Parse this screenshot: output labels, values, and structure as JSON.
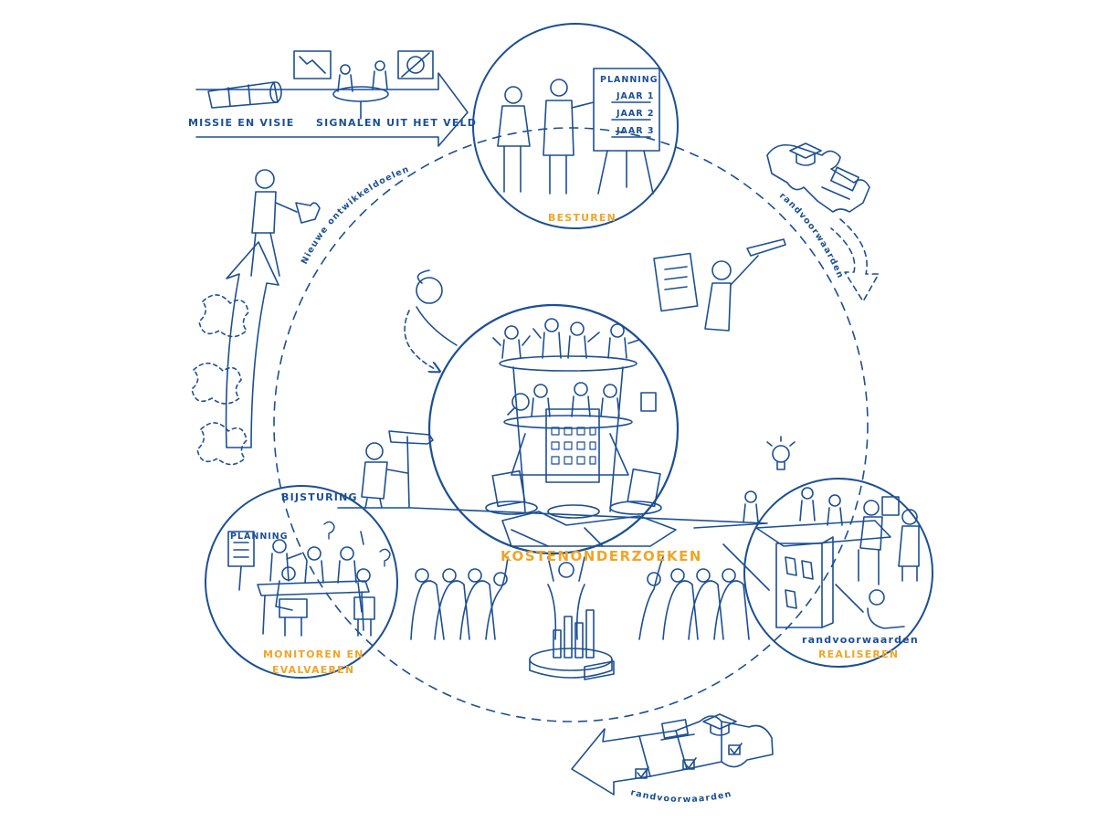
{
  "labels": {
    "missie_en_visie": "Missie en visie",
    "signalen": "Signalen uit het veld",
    "nieuwe_ontwikkeldoelen": "Nieuwe ontwikkeldoelen",
    "planning_board_title": "Planning",
    "jaar1": "Jaar 1",
    "jaar2": "Jaar 2",
    "jaar3": "Jaar 3",
    "besturen": "Besturen",
    "randvoorwaarden_right": "randvoorwaarden",
    "randvoorwaarden_bottom": "randvoorwaarden",
    "randvoorwaarden_realiseren": "randvoorwaarden",
    "realiseren": "Realiseren",
    "bijsturing": "Bijsturing",
    "kostenonderzoeken": "Kostenonderzoeken",
    "planning_small": "Planning",
    "monitoren_line1": "Monitoren en",
    "monitoren_line2": "evalvaeren"
  },
  "colors": {
    "ink": "#1c4f93",
    "accent": "#f0a526",
    "background": "#ffffff"
  },
  "icons": [
    "telescope-icon",
    "meeting-table-icon",
    "chart-down-icon",
    "euro-sign-icon",
    "puzzle-piece-icon",
    "graduation-cap-icon",
    "laptop-icon",
    "checkbox-icon",
    "lightbulb-icon",
    "bar-chart-icon",
    "pie-chart-icon",
    "building-icon",
    "stair-icon"
  ]
}
